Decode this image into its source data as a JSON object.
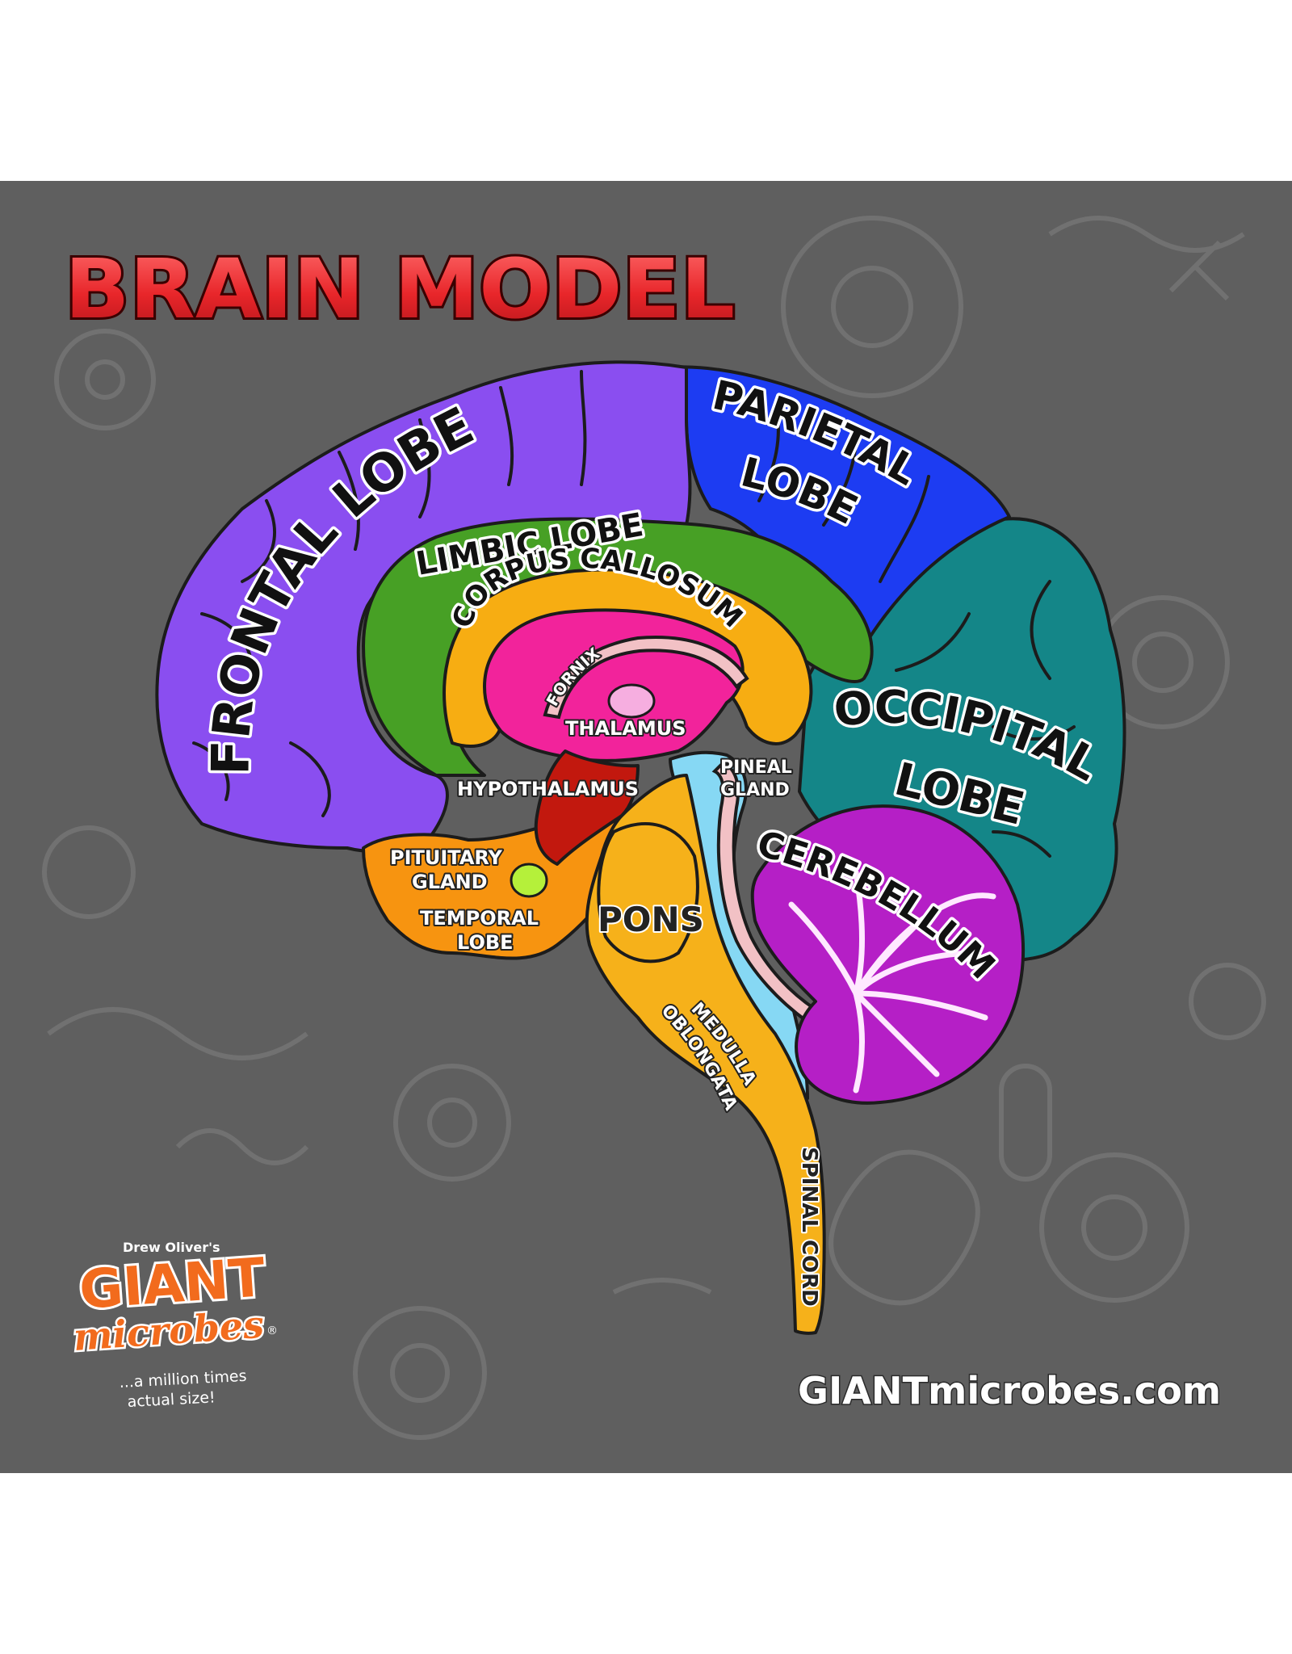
{
  "title": "BRAIN MODEL",
  "colors": {
    "background": "#5f5f5f",
    "title_fill": "#e8262a",
    "frontal": "#8a4ef0",
    "parietal": "#1d3cf2",
    "occipital": "#148688",
    "limbic": "#47a025",
    "corpus_callosum": "#f7ad12",
    "thalamus": "#f2239b",
    "cerebellum": "#b51fc6",
    "temporal": "#f79410",
    "hypothalamus": "#c2180e",
    "pituitary": "#b5f03a",
    "ventricle": "#86d8f4",
    "brainstem": "#f6b11a"
  },
  "labels": {
    "frontal_lobe": "FRONTAL LOBE",
    "parietal_line1": "PARIETAL",
    "parietal_line2": "LOBE",
    "limbic_lobe": "LIMBIC LOBE",
    "corpus_callosum": "CORPUS CALLOSUM",
    "fornix": "FORNIX",
    "thalamus": "THALAMUS",
    "occipital_line1": "OCCIPITAL",
    "occipital_line2": "LOBE",
    "hypothalamus": "HYPOTHALAMUS",
    "pineal_line1": "PINEAL",
    "pineal_line2": "GLAND",
    "pituitary_line1": "PITUITARY",
    "pituitary_line2": "GLAND",
    "temporal_line1": "TEMPORAL",
    "temporal_line2": "LOBE",
    "pons": "PONS",
    "cerebellum": "CEREBELLUM",
    "medulla_line1": "MEDULLA",
    "medulla_line2": "OBLONGATA",
    "spinal_cord": "SPINAL CORD"
  },
  "brand": {
    "byline": "Drew Oliver's",
    "name_top": "GIANT",
    "name_bottom": "microbes",
    "registered": "®",
    "tagline_line1": "...a million times",
    "tagline_line2": "actual size!",
    "website": "GIANTmicrobes.com"
  }
}
